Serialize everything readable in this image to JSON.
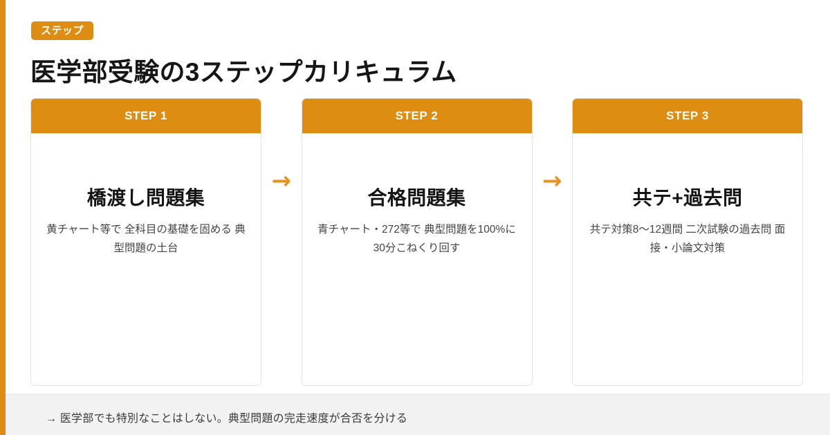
{
  "theme": {
    "accent": "#dd8d11",
    "arrow_color": "#e8921a",
    "card_border": "#e2e2e2",
    "footer_bg": "#f2f2f2",
    "title_color": "#161616",
    "body_text_color": "#444444"
  },
  "badge": {
    "label": "ステップ"
  },
  "header": {
    "title": "医学部受験の3ステップカリキュラム"
  },
  "steps": [
    {
      "step_label": "STEP 1",
      "heading": "橋渡し問題集",
      "description": "黄チャート等で 全科目の基礎を固める 典型問題の土台"
    },
    {
      "step_label": "STEP 2",
      "heading": "合格問題集",
      "description": "青チャート・272等で 典型問題を100%に 30分こねくり回す"
    },
    {
      "step_label": "STEP 3",
      "heading": "共テ+過去問",
      "description": "共テ対策8〜12週間 二次試験の過去問 面接・小論文対策"
    }
  ],
  "connectors": [
    {
      "glyph": "→"
    },
    {
      "glyph": "→"
    }
  ],
  "footer": {
    "text": "→ 医学部でも特別なことはしない。典型問題の完走速度が合否を分ける"
  }
}
